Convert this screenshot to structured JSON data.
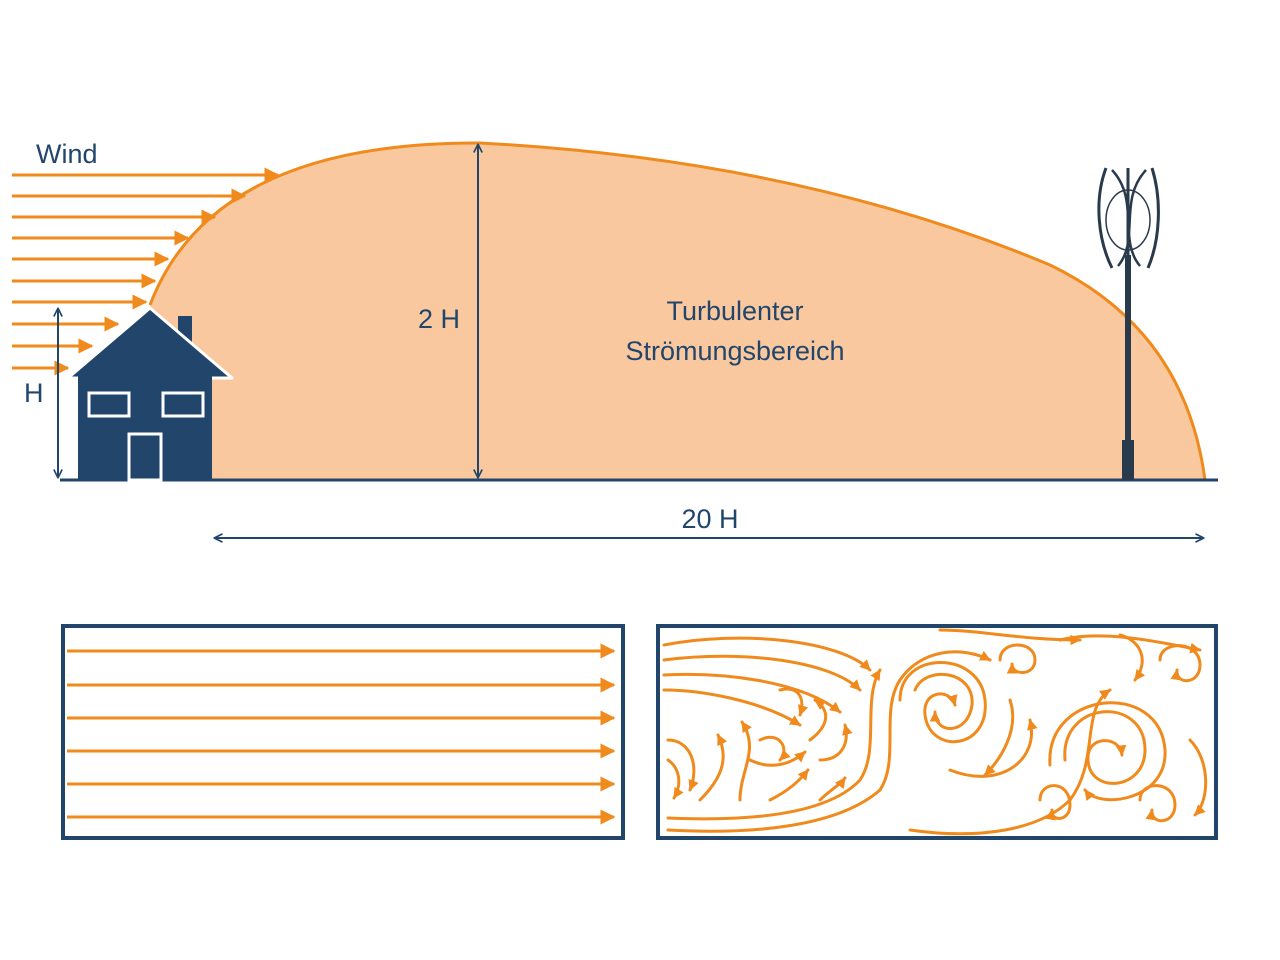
{
  "labels": {
    "wind": "Wind",
    "house_height": "H",
    "zone_height": "2 H",
    "zone_title_line1": "Turbulenter",
    "zone_title_line2": "Strömungsbereich",
    "zone_length": "20 H"
  },
  "icons": {
    "house": "house-icon",
    "turbine": "vertical-axis-wind-turbine-icon",
    "arrow": "arrow-icon"
  },
  "colors": {
    "primary_navy": "#22466b",
    "accent_orange": "#f08a1c",
    "zone_fill": "#f9c89e",
    "background": "#ffffff"
  }
}
